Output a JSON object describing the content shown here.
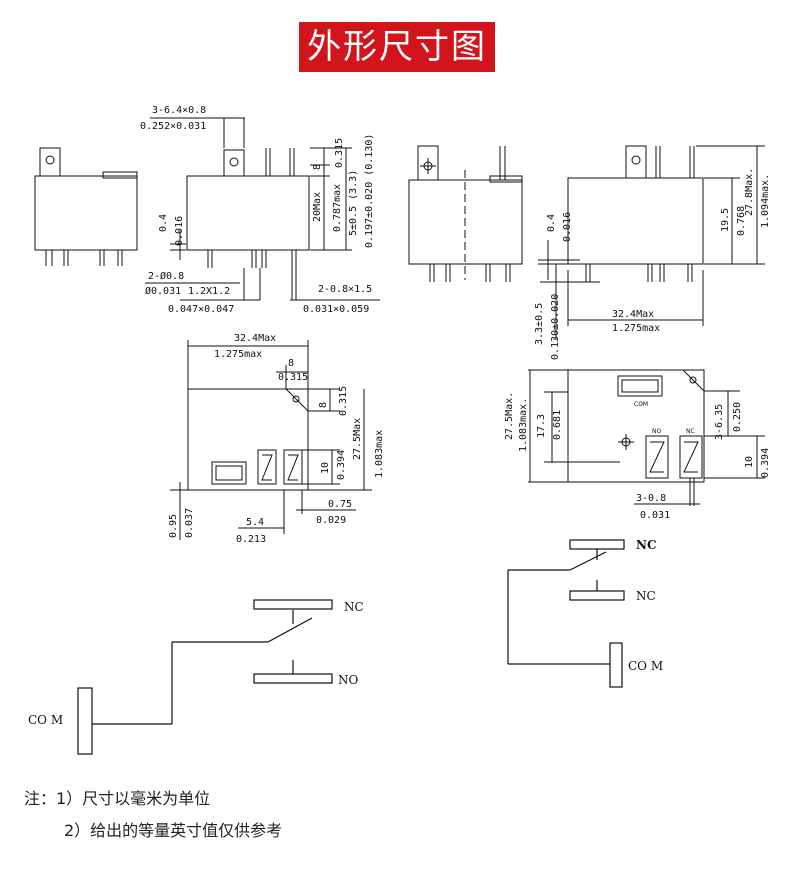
{
  "title": "外形尺寸图",
  "views": {
    "left_side": {
      "pin_width": "3-6.4×0.8",
      "pin_width_in": "0.252×0.031",
      "pin_pitch": "8",
      "pin_pitch_in": "0.315",
      "body_height": "20Max",
      "body_height_in": "0.787max",
      "terminal_height": "5±0.5 (3.3)",
      "terminal_height_in": "0.197±0.020 (0.130)",
      "standoff": "0.4",
      "standoff_in": "0.016",
      "pcb_pin_dia": "2-Ø0.8",
      "pcb_pin_dia_in": "Ø0.031",
      "pcb_pin_size": "1.2X1.2",
      "pcb_pin_size_in": "0.047×0.047",
      "pcb_pin_flat": "2-0.8×1.5",
      "pcb_pin_flat_in": "0.031×0.059"
    },
    "right_side": {
      "standoff": "0.4",
      "standoff_in": "0.016",
      "terminal_height": "3.3±0.5",
      "terminal_height_in": "0.130±0.020",
      "tab_height": "19.5",
      "tab_height_in": "0.768",
      "body_height": "27.8Max.",
      "body_height_in": "1.094max.",
      "length": "32.4Max",
      "length_in": "1.275max"
    },
    "left_top": {
      "length": "32.4Max",
      "length_in": "1.275max",
      "corner": "8",
      "corner_in": "0.315",
      "corner_v": "8",
      "corner_v_in": "0.315",
      "width": "27.5Max",
      "width_in": "1.083max",
      "slot_h": "10",
      "slot_h_in": "0.394",
      "edge": "0.95",
      "edge_in": "0.037",
      "pitch": "5.4",
      "pitch_in": "0.213",
      "gap": "0.75",
      "gap_in": "0.029"
    },
    "right_top": {
      "width": "27.5Max.",
      "width_in": "1.083max.",
      "offset": "17.3",
      "offset_in": "0.681",
      "pin_offset": "3-6.35",
      "pin_offset_in": "0.250",
      "slot_h": "10",
      "slot_h_in": "0.394",
      "slot_w": "3-0.8",
      "slot_w_in": "0.031",
      "lbl_com": "COM",
      "lbl_no": "NO",
      "lbl_nc": "NC"
    }
  },
  "schematics": {
    "left": {
      "nc": "NC",
      "no": "NO",
      "com": "CO M"
    },
    "right": {
      "nc": "NC",
      "nc2": "NC",
      "com": "CO M"
    }
  },
  "notes": {
    "line1": "注：1）尺寸以毫米为单位",
    "line2": "2）给出的等量英寸值仅供参考"
  }
}
